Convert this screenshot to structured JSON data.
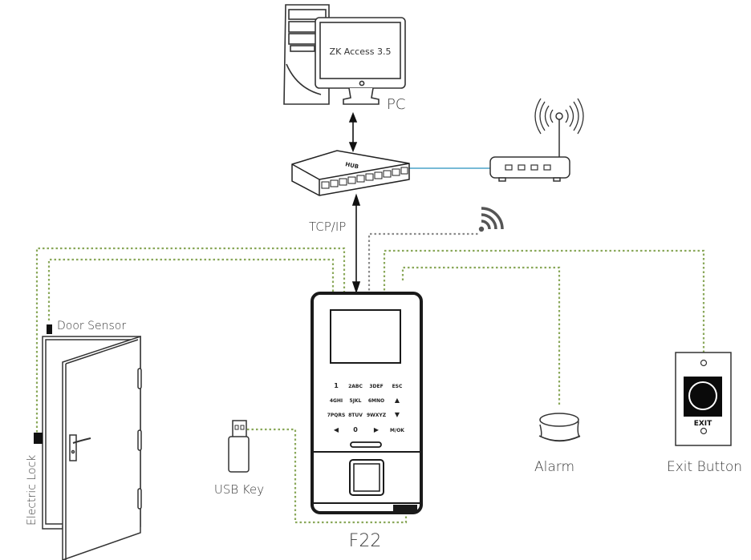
{
  "pc": {
    "label": "PC",
    "screen_text": "ZK Access 3.5"
  },
  "hub": {
    "label": "HUB"
  },
  "connection": {
    "label": "TCP/IP"
  },
  "device": {
    "label": "F22",
    "keypad": [
      [
        "1",
        "2ABC",
        "3DEF",
        "ESC"
      ],
      [
        "4GHI",
        "5JKL",
        "6MNO",
        "▲"
      ],
      [
        "7PQRS",
        "8TUV",
        "9WXYZ",
        "▼"
      ],
      [
        "◀",
        "0",
        "▶",
        "M/OK"
      ]
    ]
  },
  "components": {
    "door_sensor": "Door Sensor",
    "electric_lock": "Electric Lock",
    "usb_key": "USB Key",
    "alarm": "Alarm",
    "exit_button": "Exit Button",
    "exit_text": "EXIT"
  },
  "colors": {
    "wire_green": "#8aa85a",
    "wire_gray": "#8a8a8a",
    "network_blue": "#4aa3c8",
    "outline": "#333333"
  }
}
